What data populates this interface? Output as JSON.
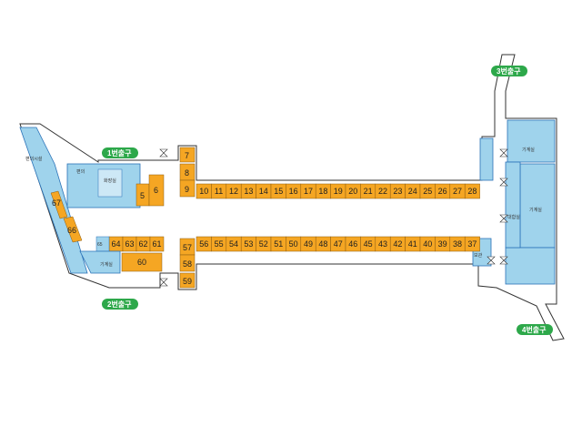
{
  "colors": {
    "shop": "#f5a623",
    "blue": "#9fd3ec",
    "blue_dark": "#2a72b8",
    "corridor": "#ffffff",
    "wall": "#333333",
    "exit": "#2da84a",
    "gate": "#5b9bd5"
  },
  "exits": [
    {
      "id": "exit1",
      "label": "1번출구"
    },
    {
      "id": "exit2",
      "label": "2번출구"
    },
    {
      "id": "exit3",
      "label": "3번출구"
    },
    {
      "id": "exit4",
      "label": "4번출구"
    }
  ],
  "shops_top": [
    "10",
    "11",
    "12",
    "13",
    "14",
    "15",
    "16",
    "17",
    "18",
    "19",
    "20",
    "21",
    "22",
    "23",
    "24",
    "25",
    "26",
    "27",
    "28"
  ],
  "shops_bottom": [
    "56",
    "55",
    "54",
    "53",
    "52",
    "51",
    "50",
    "49",
    "48",
    "47",
    "46",
    "45",
    "43",
    "42",
    "41",
    "40",
    "39",
    "38",
    "37"
  ],
  "shops_left_bottom": [
    "64",
    "63",
    "62",
    "61"
  ],
  "shops_col": [
    "7",
    "8",
    "9",
    "57",
    "58",
    "59"
  ],
  "shops_misc": [
    "5",
    "6",
    "60",
    "65",
    "66",
    "67"
  ],
  "facility_labels": {
    "left_top": "편의시설",
    "left_mid": "편의",
    "small_rooms": "화장실",
    "storage": "기계실",
    "right_top": "기계실",
    "right_mid": "기계실",
    "right_gate": "대합실",
    "corner": "보관"
  }
}
